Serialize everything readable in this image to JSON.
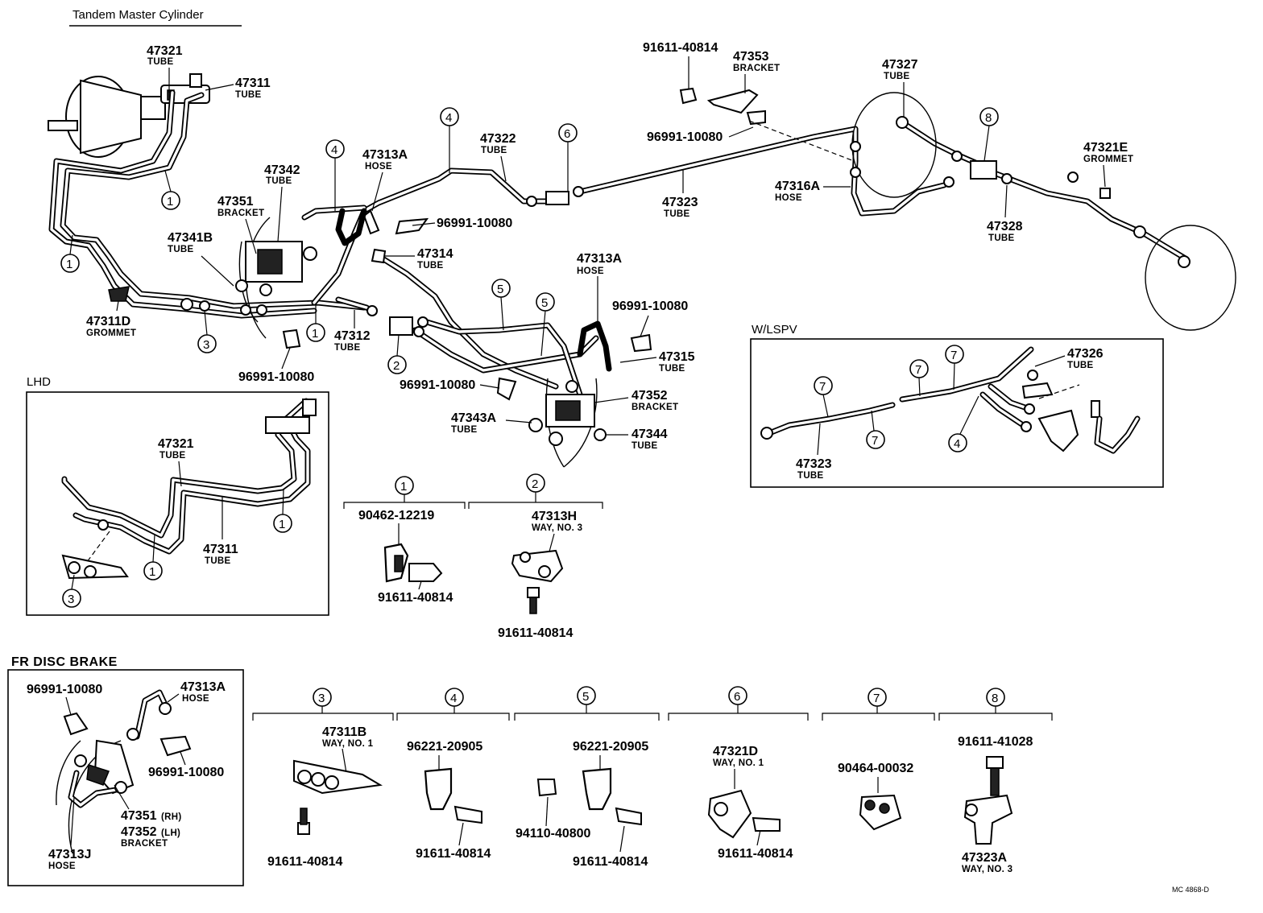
{
  "title": "Tandem Master Cylinder",
  "footer_code": "MC 4868-D",
  "panels": {
    "lhd": "LHD",
    "lspv": "W/LSPV",
    "fr_disc": "FR DISC BRAKE"
  },
  "callouts": {
    "c1": "1",
    "c2": "2",
    "c3": "3",
    "c4": "4",
    "c5": "5",
    "c6": "6",
    "c7": "7",
    "c8": "8"
  },
  "labels": {
    "p47321": {
      "num": "47321",
      "desc": "TUBE"
    },
    "p47311": {
      "num": "47311",
      "desc": "TUBE"
    },
    "p47342": {
      "num": "47342",
      "desc": "TUBE"
    },
    "p47351": {
      "num": "47351",
      "desc": "BRACKET"
    },
    "p47341B": {
      "num": "47341B",
      "desc": "TUBE"
    },
    "p47311D": {
      "num": "47311D",
      "desc": "GROMMET"
    },
    "p47313A_top": {
      "num": "47313A",
      "desc": "HOSE"
    },
    "p47322": {
      "num": "47322",
      "desc": "TUBE"
    },
    "p47314": {
      "num": "47314",
      "desc": "TUBE"
    },
    "p96991_a": {
      "num": "96991-10080"
    },
    "p47312": {
      "num": "47312",
      "desc": "TUBE"
    },
    "p96991_b": {
      "num": "96991-10080"
    },
    "p47313A_mid": {
      "num": "47313A",
      "desc": "HOSE"
    },
    "p96991_c": {
      "num": "96991-10080"
    },
    "p47315": {
      "num": "47315",
      "desc": "TUBE"
    },
    "p96991_d": {
      "num": "96991-10080"
    },
    "p47352": {
      "num": "47352",
      "desc": "BRACKET"
    },
    "p47343A": {
      "num": "47343A",
      "desc": "TUBE"
    },
    "p47344": {
      "num": "47344",
      "desc": "TUBE"
    },
    "p91611_top": {
      "num": "91611-40814"
    },
    "p47353": {
      "num": "47353",
      "desc": "BRACKET"
    },
    "p96991_e": {
      "num": "96991-10080"
    },
    "p47323": {
      "num": "47323",
      "desc": "TUBE"
    },
    "p47327": {
      "num": "47327",
      "desc": "TUBE"
    },
    "p47316A": {
      "num": "47316A",
      "desc": "HOSE"
    },
    "p47328": {
      "num": "47328",
      "desc": "TUBE"
    },
    "p47321E": {
      "num": "47321E",
      "desc": "GROMMET"
    },
    "lhd_47321": {
      "num": "47321",
      "desc": "TUBE"
    },
    "lhd_47311": {
      "num": "47311",
      "desc": "TUBE"
    },
    "lspv_47326": {
      "num": "47326",
      "desc": "TUBE"
    },
    "lspv_47323": {
      "num": "47323",
      "desc": "TUBE"
    },
    "d1_90462": {
      "num": "90462-12219"
    },
    "d1_91611": {
      "num": "91611-40814"
    },
    "d2_47313H": {
      "num": "47313H",
      "desc": "WAY, NO. 3"
    },
    "d2_91611": {
      "num": "91611-40814"
    },
    "fr_96991_a": {
      "num": "96991-10080"
    },
    "fr_47313A": {
      "num": "47313A",
      "desc": "HOSE"
    },
    "fr_96991_b": {
      "num": "96991-10080"
    },
    "fr_47351": {
      "num": "47351",
      "suffix": "(RH)"
    },
    "fr_47352": {
      "num": "47352",
      "suffix": "(LH)",
      "desc": "BRACKET"
    },
    "fr_47313J": {
      "num": "47313J",
      "desc": "HOSE"
    },
    "d3_47311B": {
      "num": "47311B",
      "desc": "WAY, NO. 1"
    },
    "d3_91611": {
      "num": "91611-40814"
    },
    "d4_96221": {
      "num": "96221-20905"
    },
    "d4_91611": {
      "num": "91611-40814"
    },
    "d5_96221": {
      "num": "96221-20905"
    },
    "d5_94110": {
      "num": "94110-40800"
    },
    "d5_91611": {
      "num": "91611-40814"
    },
    "d6_47321D": {
      "num": "47321D",
      "desc": "WAY, NO. 1"
    },
    "d6_91611": {
      "num": "91611-40814"
    },
    "d7_90464": {
      "num": "90464-00032"
    },
    "d8_91611": {
      "num": "91611-41028"
    },
    "d8_47323A": {
      "num": "47323A",
      "desc": "WAY, NO. 3"
    }
  }
}
